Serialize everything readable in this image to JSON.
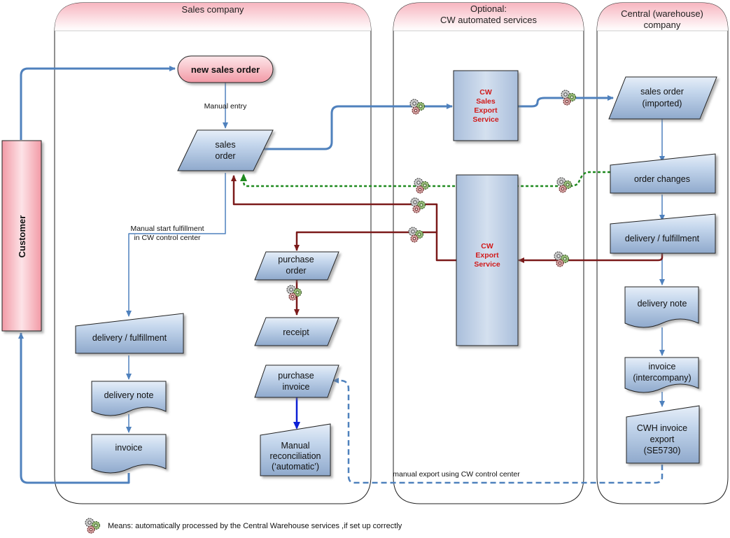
{
  "lanes": {
    "sales": "Sales company",
    "optional_line1": "Optional:",
    "optional_line2": "CW automated services",
    "central_line1": "Central (warehouse)",
    "central_line2": "company"
  },
  "customer": "Customer",
  "sales_nodes": {
    "new_sales_order": "new sales order",
    "manual_entry": "Manual entry",
    "sales_order_l1": "sales",
    "sales_order_l2": "order",
    "manual_start_l1": "Manual start fulfillment",
    "manual_start_l2": "in CW control center",
    "delivery_fulfillment": "delivery / fulfillment",
    "delivery_note": "delivery note",
    "invoice": "invoice",
    "purchase_order_l1": "purchase",
    "purchase_order_l2": "order",
    "receipt": "receipt",
    "purchase_invoice_l1": "purchase",
    "purchase_invoice_l2": "invoice",
    "manual_recon_l1": "Manual",
    "manual_recon_l2": "reconciliation",
    "manual_recon_l3": "(‘automatic’)"
  },
  "services": {
    "sales_export_l1": "CW",
    "sales_export_l2": "Sales",
    "sales_export_l3": "Export",
    "sales_export_l4": "Service",
    "export_l1": "CW",
    "export_l2": "Export",
    "export_l3": "Service"
  },
  "central_nodes": {
    "sales_order_imported_l1": "sales order",
    "sales_order_imported_l2": "(imported)",
    "order_changes": "order changes",
    "delivery_fulfillment": "delivery / fulfillment",
    "delivery_note": "delivery note",
    "invoice_l1": "invoice",
    "invoice_l2": "(intercompany)",
    "cwh_export_l1": "CWH invoice",
    "cwh_export_l2": "export",
    "cwh_export_l3": "(SE5730)"
  },
  "manual_export_label": "manual  export using CW control center",
  "legend_text": "Means: automatically processed by the Central Warehouse services ,if set up correctly",
  "colors": {
    "flow_blue": "#4f81bd",
    "flow_red": "#7b1a1a",
    "flow_green": "#2e8b2e",
    "node_fill": "#b8cde6",
    "pink": "#f4a9b2",
    "service_text": "#d11a1a"
  },
  "icons": [
    "gear-cluster-icon"
  ]
}
